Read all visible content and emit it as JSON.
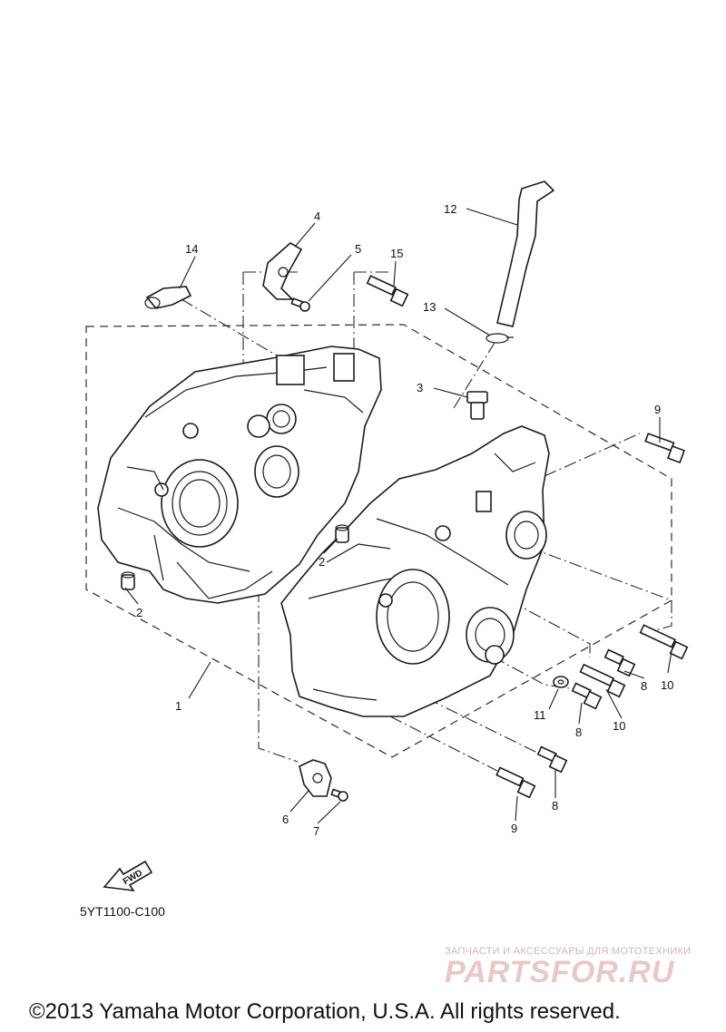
{
  "diagram": {
    "callouts": [
      {
        "id": "c1",
        "text": "1"
      },
      {
        "id": "c2a",
        "text": "2"
      },
      {
        "id": "c2b",
        "text": "2"
      },
      {
        "id": "c3",
        "text": "3"
      },
      {
        "id": "c4",
        "text": "4"
      },
      {
        "id": "c5",
        "text": "5"
      },
      {
        "id": "c6",
        "text": "6"
      },
      {
        "id": "c7",
        "text": "7"
      },
      {
        "id": "c8a",
        "text": "8"
      },
      {
        "id": "c8b",
        "text": "8"
      },
      {
        "id": "c8c",
        "text": "8"
      },
      {
        "id": "c9a",
        "text": "9"
      },
      {
        "id": "c9b",
        "text": "9"
      },
      {
        "id": "c10a",
        "text": "10"
      },
      {
        "id": "c10b",
        "text": "10"
      },
      {
        "id": "c11",
        "text": "11"
      },
      {
        "id": "c12",
        "text": "12"
      },
      {
        "id": "c13",
        "text": "13"
      },
      {
        "id": "c14",
        "text": "14"
      },
      {
        "id": "c15",
        "text": "15"
      }
    ],
    "fwd_label": "FWD",
    "drawing_code": "5YT1100-C100"
  },
  "watermark": {
    "tagline": "ЗАПЧАСТИ И АКСЕССУАРЫ ДЛЯ МОТОТЕХНИКИ",
    "logo_text": "PARTSFOR.RU"
  },
  "footer": {
    "copyright": "©2013 Yamaha Motor Corporation, U.S.A. All rights reserved."
  }
}
